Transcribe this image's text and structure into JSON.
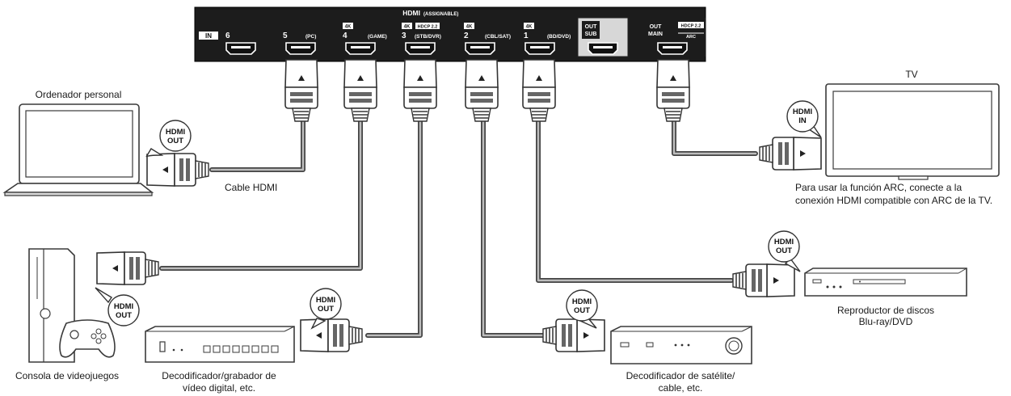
{
  "panel": {
    "title": "HDMI",
    "title_sub": "(ASSIGNABLE)",
    "in_badge": "IN",
    "ports": [
      {
        "num": "6",
        "tag": "",
        "badge": ""
      },
      {
        "num": "5",
        "tag": "(PC)",
        "badge": ""
      },
      {
        "num": "4",
        "tag": "(GAME)",
        "badge": "4K"
      },
      {
        "num": "3",
        "tag": "(STB/DVR)",
        "badge": "4K",
        "badge2": "HDCP 2.2"
      },
      {
        "num": "2",
        "tag": "(CBL/SAT)",
        "badge": "4K"
      },
      {
        "num": "1",
        "tag": "(BD/DVD)",
        "badge": "4K"
      }
    ],
    "out_sub": [
      "OUT",
      "SUB"
    ],
    "out_main": [
      "OUT",
      "MAIN"
    ],
    "hdcp_main": "HDCP 2.2",
    "arc": "ARC"
  },
  "bubble": [
    "HDMI",
    "OUT"
  ],
  "bubble_in": [
    "HDMI",
    "IN"
  ],
  "labels": {
    "pc": "Ordenador personal",
    "cable": "Cable HDMI",
    "tv": "TV",
    "arc_note": [
      "Para usar la función ARC, conecte a la",
      "conexión HDMI compatible con ARC de la TV."
    ],
    "game": "Consola de videojuegos",
    "stb": [
      "Decodificador/grabador de",
      "vídeo digital, etc."
    ],
    "sat": [
      "Decodificador de satélite/",
      "cable, etc."
    ],
    "bd": [
      "Reproductor de discos",
      "Blu-ray/DVD"
    ]
  }
}
